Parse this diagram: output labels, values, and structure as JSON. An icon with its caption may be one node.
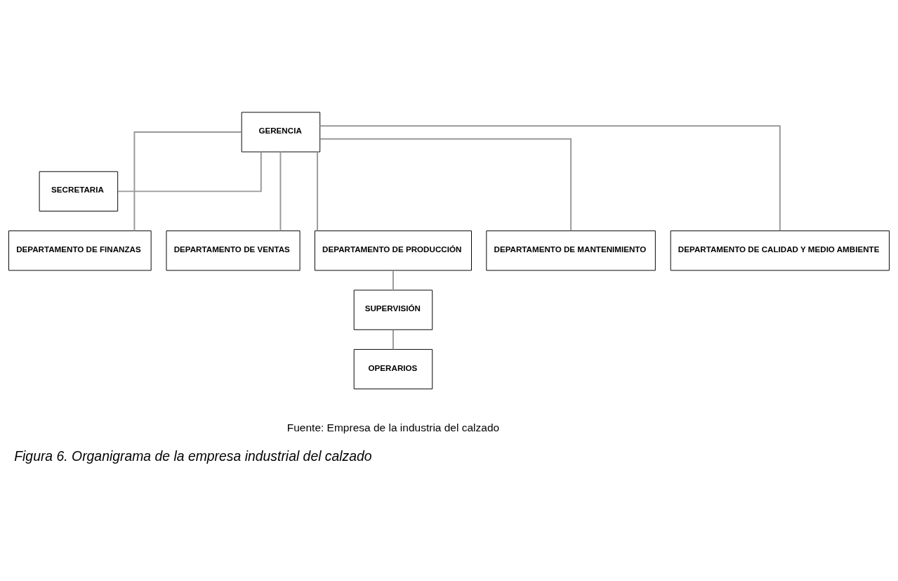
{
  "diagram": {
    "caption": "Figura 6. Organigrama de la empresa industrial del calzado",
    "nodes": [
      {
        "text": [
          "GERENCIA"
        ]
      },
      {
        "text": [
          "SECRETARIA"
        ]
      },
      {
        "text": [
          "DEPARTAMENTO DE FINANZAS"
        ]
      },
      {
        "text": [
          "DEPARTAMENTO DE VENTAS"
        ]
      },
      {
        "text": [
          "DEPARTAMENTO DE PRODUCCIÓN"
        ]
      },
      {
        "text": [
          "DEPARTAMENTO DE MANTENIMIENTO"
        ]
      },
      {
        "text": [
          "DEPARTAMENTO DE CALIDAD Y MEDIO AMBIENTE"
        ]
      },
      {
        "text": [
          "SUPERVISIÓN"
        ]
      },
      {
        "text": [
          "OPERARIOS"
        ]
      }
    ],
    "edges": [
      {
        "from": 0,
        "to": 1,
        "arrow": "none"
      },
      {
        "from": 0,
        "to": 2,
        "arrow": "none"
      },
      {
        "from": 0,
        "to": 3,
        "arrow": "none"
      },
      {
        "from": 0,
        "to": 4,
        "arrow": "none"
      },
      {
        "from": 0,
        "to": 5,
        "arrow": "none"
      },
      {
        "from": 0,
        "to": 6,
        "arrow": "none"
      },
      {
        "from": 4,
        "to": 7,
        "arrow": "none"
      },
      {
        "from": 7,
        "to": 8,
        "arrow": "none"
      }
    ],
    "labels": [
      "Fuente: Empresa de la industria del calzado"
    ]
  }
}
